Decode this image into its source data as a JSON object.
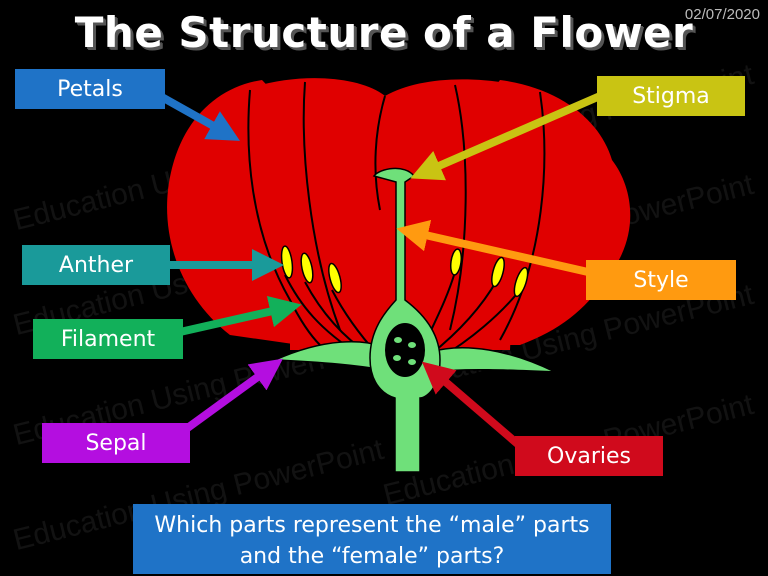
{
  "title": "The Structure of a Flower",
  "date": "02/07/2020",
  "watermark": "Education Using PowerPoint",
  "labels": {
    "petals": "Petals",
    "anther": "Anther",
    "filament": "Filament",
    "sepal": "Sepal",
    "stigma": "Stigma",
    "style": "Style",
    "ovaries": "Ovaries"
  },
  "question": {
    "line1": "Which parts represent the “male” parts",
    "line2": "and the “female” parts?"
  },
  "colors": {
    "petals": "#1f73c7",
    "anther": "#1a9a9a",
    "filament": "#12b05a",
    "sepal": "#b40ee0",
    "stigma": "#c9c413",
    "style": "#ff9a10",
    "ovaries": "#d00a1c",
    "petal_fill": "#e00000",
    "green": "#6fe07a",
    "anther_fill": "#ffff00"
  }
}
